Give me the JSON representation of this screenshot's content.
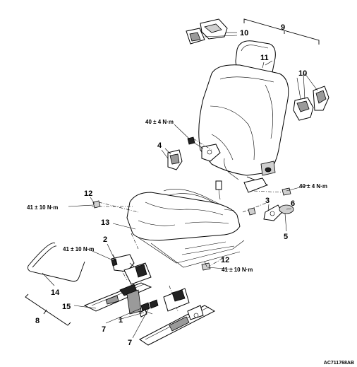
{
  "callouts": {
    "c1": "1",
    "c2": "2",
    "c3": "3",
    "c4": "4",
    "c5": "5",
    "c6": "6",
    "c7a": "7",
    "c7b": "7",
    "c8": "8",
    "c9": "9",
    "c10a": "10",
    "c10b": "10",
    "c11": "11",
    "c12a": "12",
    "c12b": "12",
    "c13": "13",
    "c14": "14",
    "c15": "15"
  },
  "torques": {
    "t_recliner": "40 ± 4 N·m",
    "t_rear_right": "40 ± 4 N·m",
    "t_front_left": "41 ± 10 N·m",
    "t_center": "41 ± 10 N·m",
    "t_front_right": "41 ± 10 N·m"
  },
  "figure_code": "AC711768AB"
}
